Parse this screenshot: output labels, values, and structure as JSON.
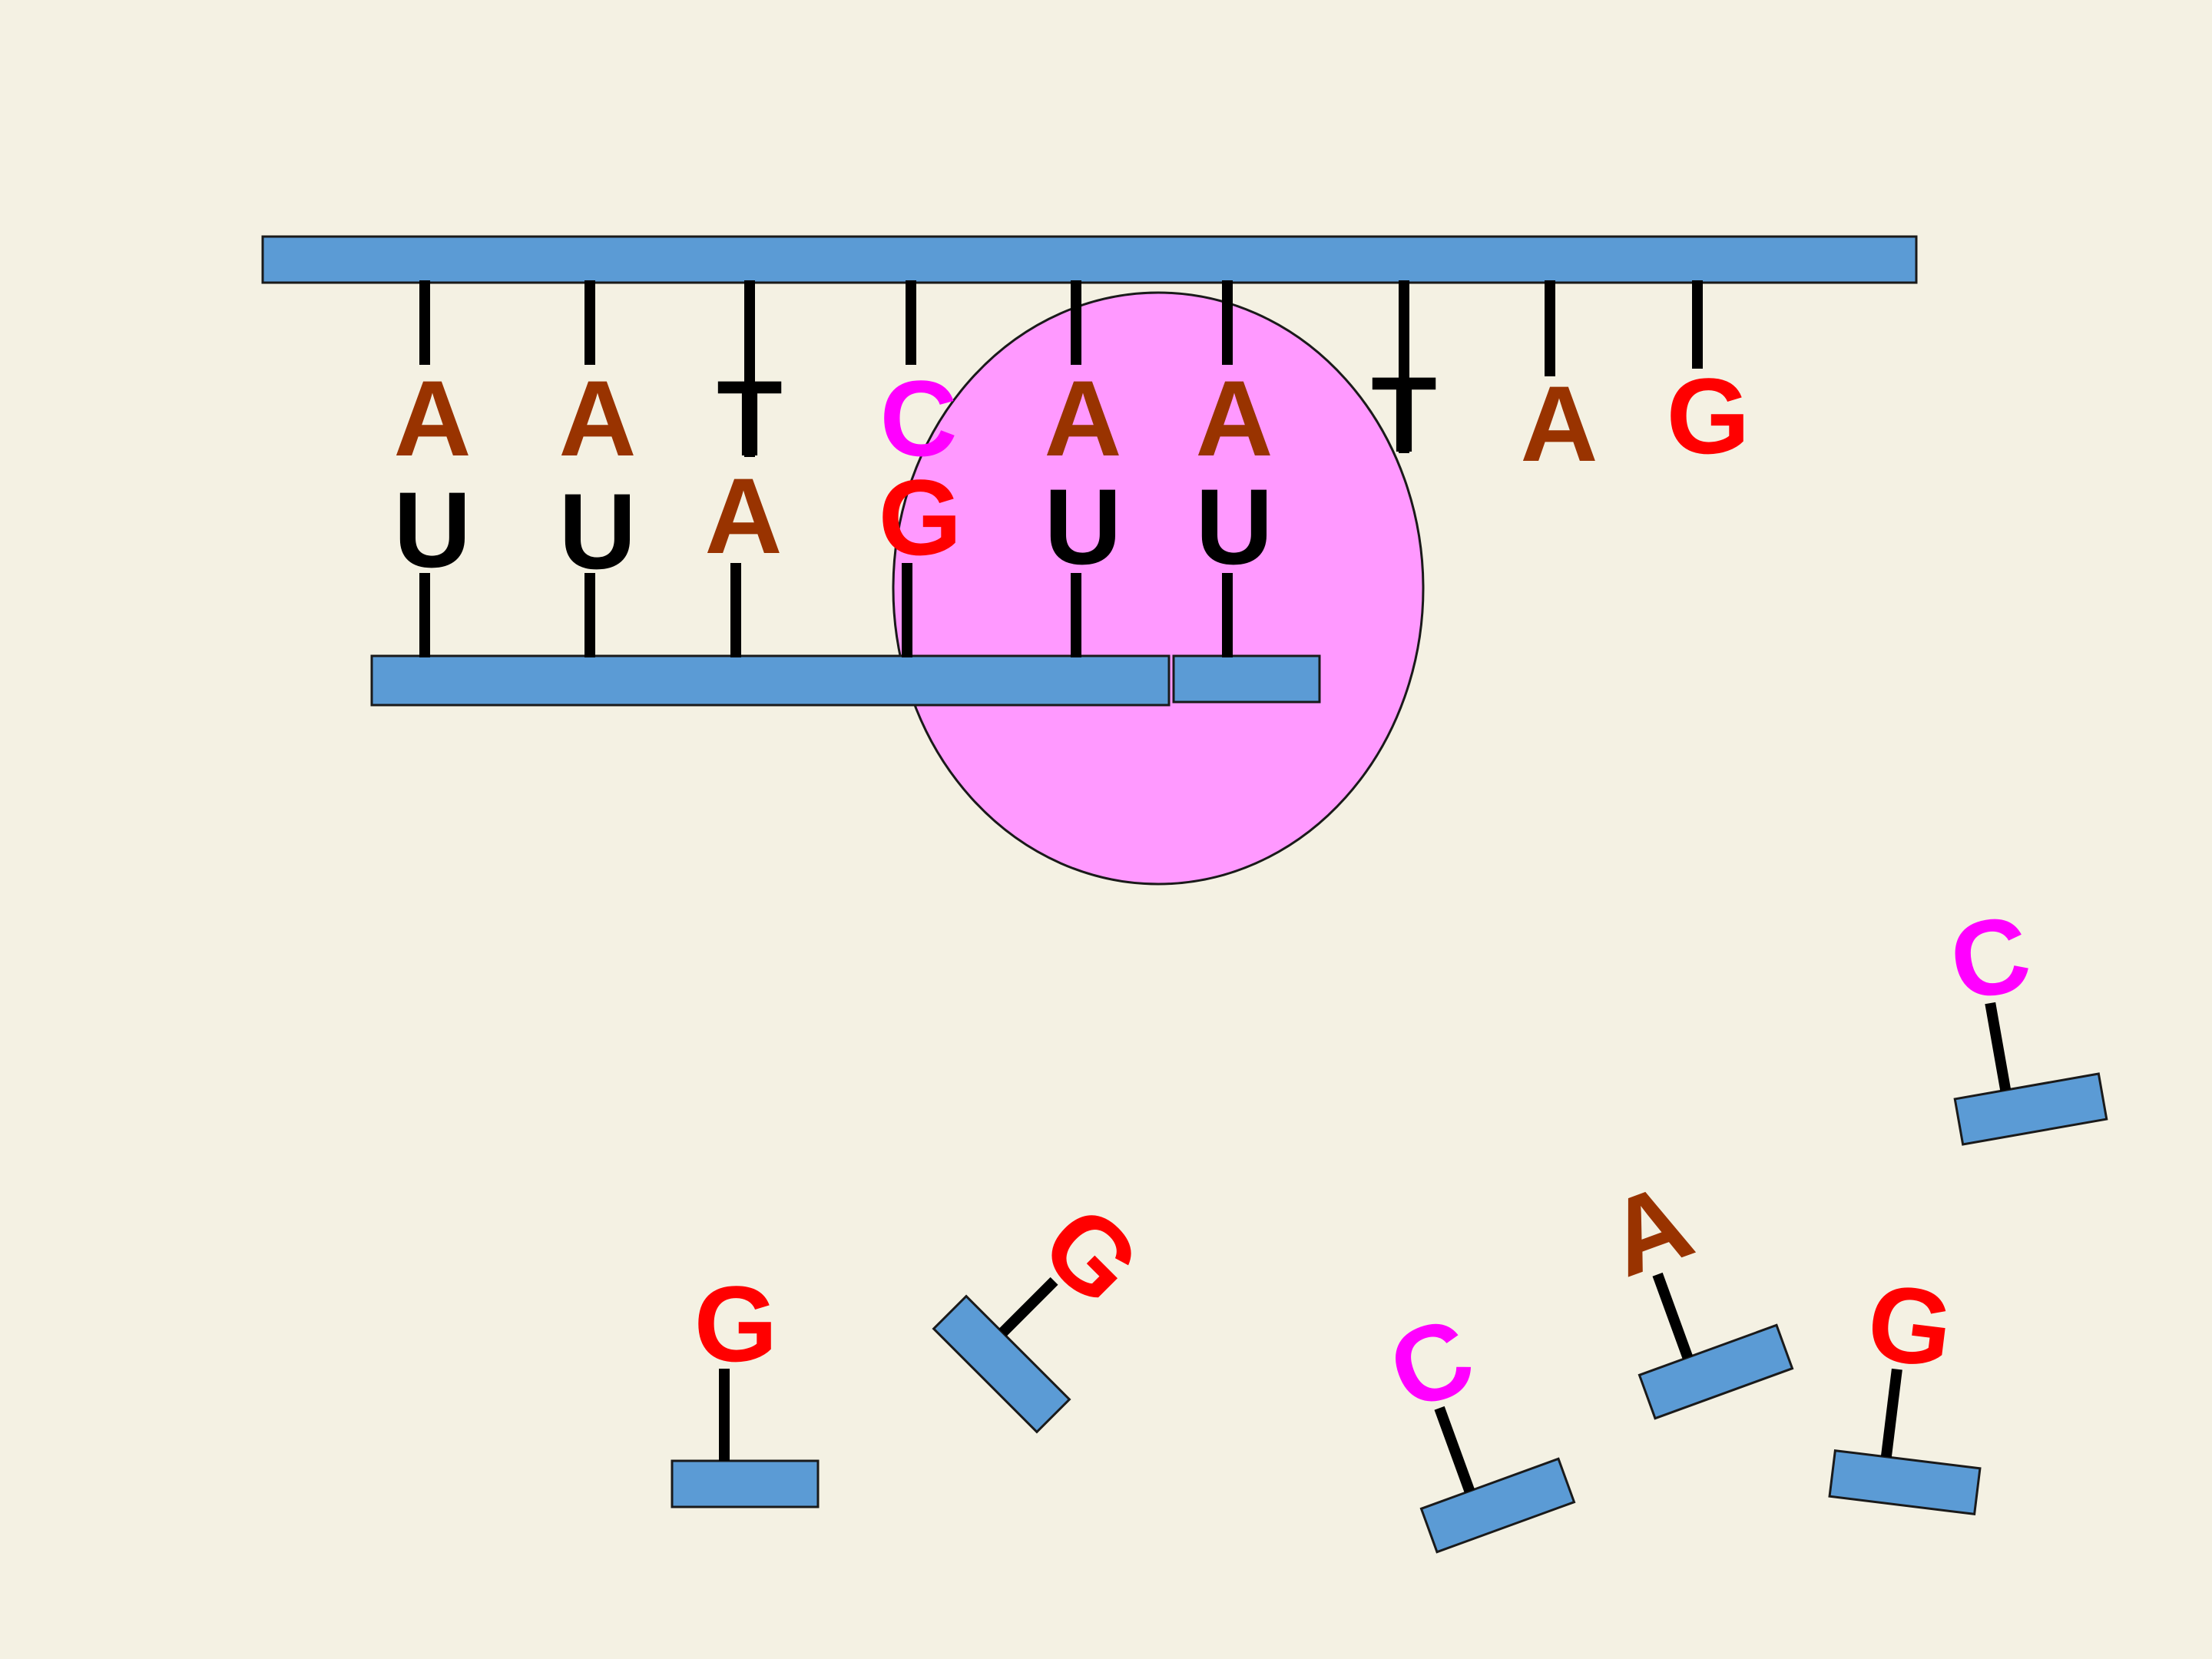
{
  "colors": {
    "background": "#f4f1e3",
    "strand_fill": "#5b9bd5",
    "strand_stroke": "#1a1a1a",
    "polymerase_fill": "#ff99ff",
    "bond": "#000000",
    "A": "#993300",
    "T": "#000000",
    "U": "#000000",
    "C": "#ff00ff",
    "G": "#ff0000"
  },
  "diagram": {
    "template_strand": {
      "bases": [
        "A",
        "A",
        "T",
        "C",
        "A",
        "A",
        "T",
        "A",
        "G"
      ]
    },
    "rna_strand": {
      "bases": [
        "U",
        "U",
        "A",
        "G",
        "U",
        "U"
      ]
    },
    "free_nucleotides": [
      "C",
      "G",
      "G",
      "A",
      "C",
      "G"
    ]
  }
}
